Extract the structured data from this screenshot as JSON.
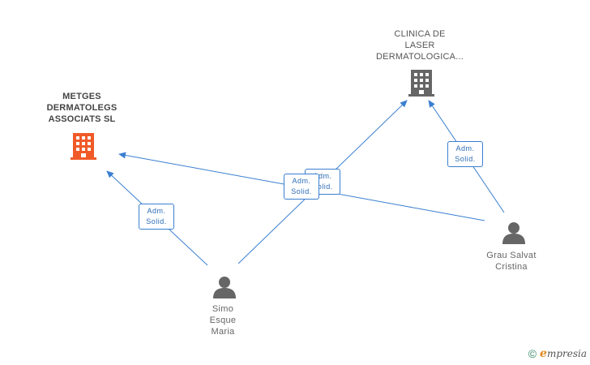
{
  "companies": {
    "metges": {
      "lines": [
        "METGES",
        "DERMATOLEGS",
        "ASSOCIATS SL"
      ],
      "color": "#f05a28"
    },
    "clinica": {
      "lines": [
        "CLINICA DE",
        "LASER",
        "DERMATOLOGICA..."
      ],
      "color": "#666666"
    }
  },
  "persons": {
    "simo": {
      "lines": [
        "Simo",
        "Esque",
        "Maria"
      ]
    },
    "grau": {
      "lines": [
        "Grau Salvat",
        "Cristina"
      ]
    }
  },
  "badge_text": [
    "Adm.",
    "Solid."
  ],
  "footer": {
    "copyright": "©",
    "brand_initial": "e",
    "brand_rest": "mpresia"
  },
  "colors": {
    "edge": "#3a7fd0",
    "person": "#666666"
  }
}
